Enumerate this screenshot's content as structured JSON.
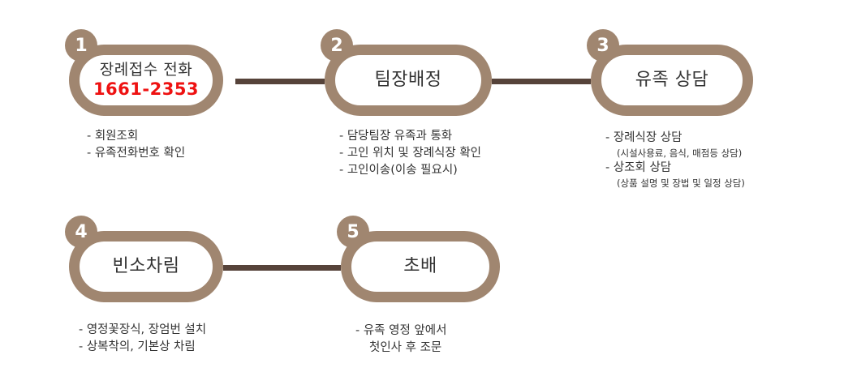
{
  "steps": [
    {
      "number": "1",
      "title": "장례접수 전화",
      "phone": "1661-2353",
      "details": [
        "- 회원조회",
        "- 유족전화번호 확인"
      ]
    },
    {
      "number": "2",
      "title": "팀장배정",
      "details": [
        "- 담당팀장 유족과 통화",
        "- 고인 위치 및 장례식장 확인",
        "- 고인이송(이송 필요시)"
      ]
    },
    {
      "number": "3",
      "title": "유족 상담",
      "details": [
        "- 장례식장 상담",
        "(시설사용료, 음식, 매점등 상담)",
        "- 상조회 상담",
        "(상품 설명 및 장법 및 일정 상담)"
      ]
    },
    {
      "number": "4",
      "title": "빈소차림",
      "details": [
        "- 영정꽃장식, 장엄번 설치",
        "- 상복착의, 기본상 차림"
      ]
    },
    {
      "number": "5",
      "title": "초배",
      "details": [
        "- 유족 영정 앞에서",
        "첫인사 후 조문"
      ]
    }
  ],
  "colors": {
    "box_border": "#a08670",
    "connector": "#56433a",
    "phone": "#ee1111"
  }
}
